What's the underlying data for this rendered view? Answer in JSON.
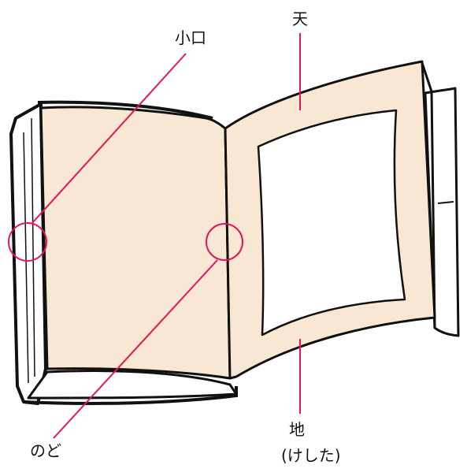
{
  "diagram": {
    "labels": {
      "koguchi": "小口",
      "ten": "天",
      "nodo": "のど",
      "chi": "地",
      "chi_reading": "(けした)"
    },
    "colors": {
      "page_fill": "#f8e7d2",
      "callout": "#e3165b",
      "outline": "#111111",
      "paper": "#ffffff"
    }
  }
}
